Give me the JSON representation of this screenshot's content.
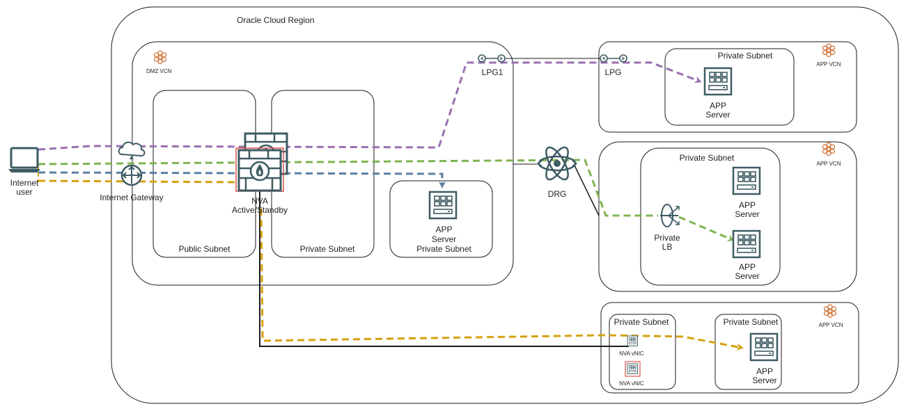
{
  "region": {
    "label": "Oracle Cloud Region"
  },
  "dmz_vcn": {
    "label": "DMZ VCN",
    "public_subnet": "Public Subnet",
    "private_subnet": "Private Subnet",
    "app_subnet": {
      "line1": "APP",
      "line2": "Server",
      "line3": "Private Subnet"
    }
  },
  "internet_user": {
    "line1": "Internet",
    "line2": "user"
  },
  "internet_gateway": {
    "label": "Internet Gateway"
  },
  "nva": {
    "line1": "NVA",
    "line2": "Active/Standby"
  },
  "lpg1": {
    "label": "LPG1"
  },
  "lpg": {
    "label": "LPG"
  },
  "drg": {
    "label": "DRG"
  },
  "app_vcn_1": {
    "label": "APP VCN",
    "subnet": "Private Subnet",
    "server": {
      "line1": "APP",
      "line2": "Server"
    }
  },
  "app_vcn_2": {
    "label": "APP VCN",
    "subnet": "Private Subnet",
    "server_top": {
      "line1": "APP",
      "line2": "Server"
    },
    "private_lb": {
      "line1": "Private",
      "line2": "LB"
    },
    "server_bottom": {
      "line1": "APP",
      "line2": "Server"
    }
  },
  "app_vcn_3": {
    "label": "APP VCN",
    "nva_subnet": "Private Subnet",
    "nva_vnic_1": "NVA vNIC",
    "nva_vnic_2": "NVA vNIC",
    "app_subnet": "Private Subnet",
    "server": {
      "line1": "APP",
      "line2": "Server"
    }
  },
  "colors": {
    "purple": "#9b6fb1",
    "green": "#7fb352",
    "blue": "#5a7fa6",
    "orange": "#d6a10e",
    "icon": "#3d5b63",
    "vcn_icon": "#d06b2d",
    "firewall_red": "#d9534f"
  }
}
